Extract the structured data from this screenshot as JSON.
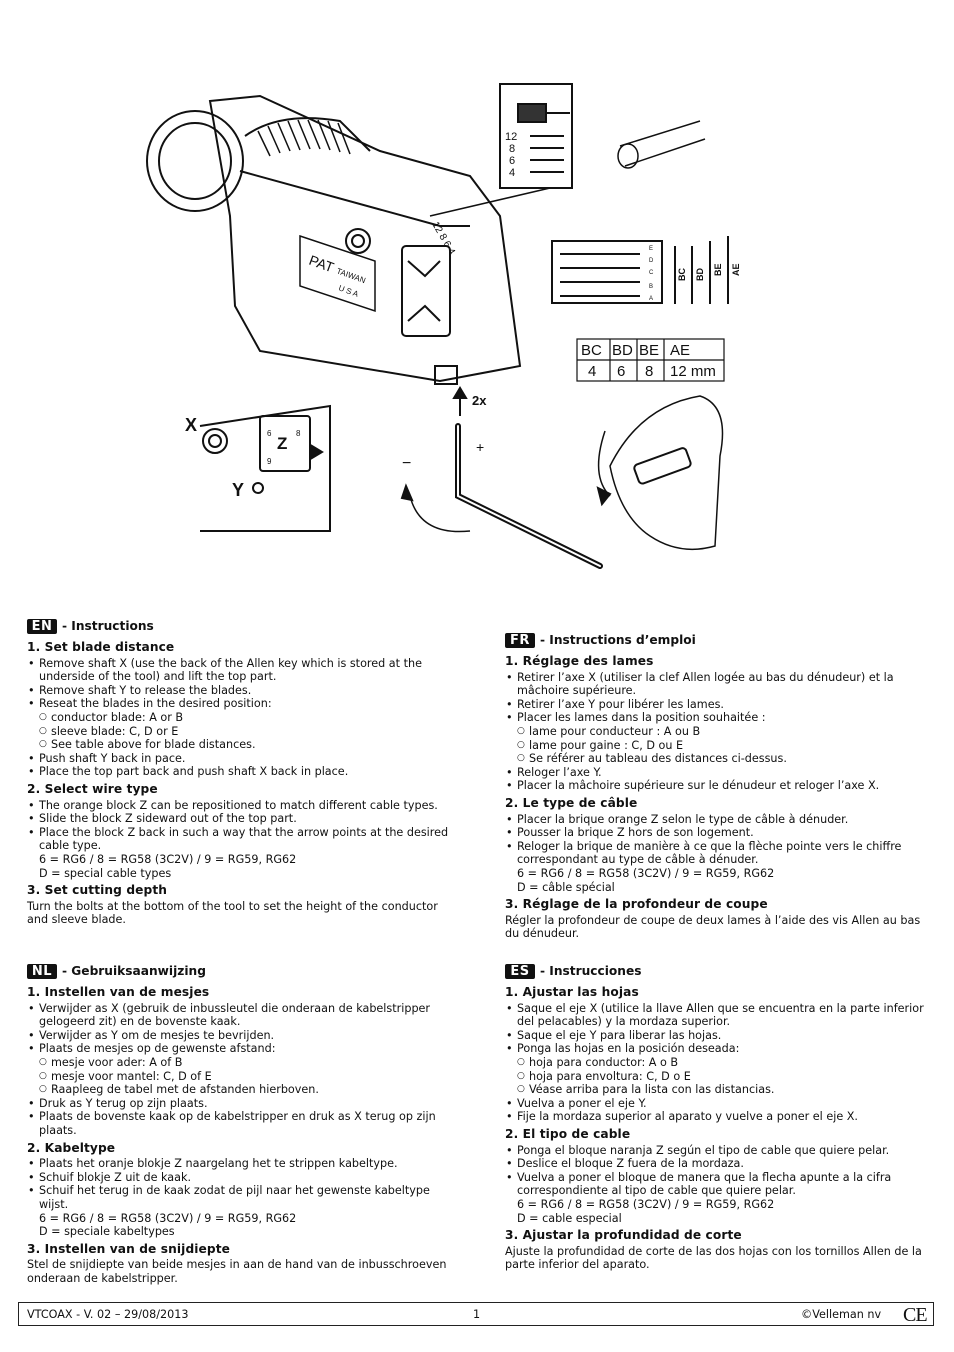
{
  "illustration": {
    "stamp_pat": "PAT",
    "stamp_taiwan": "TAIWAN",
    "stamp_usa": "U S A",
    "tool_numbers": "12 8 6 4",
    "gauge_numbers": [
      "12",
      "8",
      "6",
      "4"
    ],
    "label_x": "X",
    "label_y": "Y",
    "label_z": "Z",
    "block_digits": [
      "6",
      "8",
      "9"
    ],
    "label_2x": "2x",
    "label_minus": "−",
    "label_plus": "+",
    "dim_letters": [
      "A",
      "B",
      "C",
      "D",
      "E"
    ],
    "dim_labels": [
      "BC",
      "BD",
      "BE",
      "AE"
    ],
    "table_headers": [
      "BC",
      "BD",
      "BE",
      "AE"
    ],
    "table_values": [
      "4",
      "6",
      "8",
      "12 mm"
    ]
  },
  "en": {
    "badge": "EN",
    "title": " - Instructions",
    "s1": "1. Set blade distance",
    "s1_b1": "Remove shaft X (use the back of the Allen key which is stored at the underside of the tool) and lift the top part.",
    "s1_b2": "Remove shaft Y to release the blades.",
    "s1_b3": "Reseat the blades in the desired position:",
    "s1_o1": "conductor blade: A or B",
    "s1_o2": "sleeve blade: C, D or E",
    "s1_o3": "See table above for blade distances.",
    "s1_b4": "Push shaft Y back in pace.",
    "s1_b5": "Place the top part back and push shaft X back in place.",
    "s2": "2. Select wire type",
    "s2_b1": "The orange block Z can be repositioned to match different cable types.",
    "s2_b2": "Slide the block Z sideward out of the top part.",
    "s2_b3": "Place the block Z back in such a way that the arrow points at the desired cable type.",
    "s2_l1": "6 = RG6 / 8 = RG58 (3C2V) / 9 = RG59, RG62",
    "s2_l2": "D = special cable types",
    "s3": "3. Set cutting depth",
    "s3_t": "Turn the bolts at the bottom of the tool to set the height of the conductor and sleeve blade."
  },
  "fr": {
    "badge": "FR",
    "title": " - Instructions d’emploi",
    "s1": "1. Réglage des lames",
    "s1_b1": "Retirer l’axe X (utiliser la clef Allen logée au bas du dénudeur) et la mâchoire supérieure.",
    "s1_b2": "Retirer l’axe Y pour libérer les lames.",
    "s1_b3": "Placer les lames dans la position souhaitée :",
    "s1_o1": "lame pour conducteur : A ou B",
    "s1_o2": "lame pour gaine : C, D ou E",
    "s1_o3": "Se référer au tableau des distances ci-dessus.",
    "s1_b4": "Reloger l’axe Y.",
    "s1_b5": "Placer la mâchoire supérieure sur le dénudeur et reloger l’axe X.",
    "s2": "2. Le type de câble",
    "s2_b1": "Placer la brique orange Z selon le type de câble à dénuder.",
    "s2_b2": "Pousser la brique Z hors de son logement.",
    "s2_b3": "Reloger la brique de manière à ce que la flèche pointe vers le chiffre correspondant au type de câble à dénuder.",
    "s2_l1": "6 = RG6 / 8 = RG58 (3C2V) / 9 = RG59, RG62",
    "s2_l2": "D = câble spécial",
    "s3": "3. Réglage de la profondeur de coupe",
    "s3_t": "Régler la profondeur de coupe de deux lames à l’aide des vis Allen au bas du dénudeur."
  },
  "nl": {
    "badge": "NL",
    "title": " - Gebruiksaanwijzing",
    "s1": "1. Instellen van de mesjes",
    "s1_b1": "Verwijder as X (gebruik de inbussleutel die onderaan de kabelstripper gelogeerd zit) en de bovenste kaak.",
    "s1_b2": "Verwijder as Y om de mesjes te bevrijden.",
    "s1_b3": "Plaats de mesjes op de gewenste afstand:",
    "s1_o1": "mesje voor ader: A of B",
    "s1_o2": "mesje voor mantel: C, D of E",
    "s1_o3": "Raapleeg de tabel met de afstanden hierboven.",
    "s1_b4": "Druk as Y terug op zijn plaats.",
    "s1_b5": "Plaats de bovenste kaak op de kabelstripper en druk as X terug op zijn plaats.",
    "s2": "2. Kabeltype",
    "s2_b1": "Plaats het oranje blokje Z naargelang het te strippen kabeltype.",
    "s2_b2": "Schuif blokje Z uit de kaak.",
    "s2_b3": "Schuif het terug in de kaak zodat de pijl naar het gewenste kabeltype wijst.",
    "s2_l1": "6 = RG6 / 8 = RG58 (3C2V) / 9 = RG59, RG62",
    "s2_l2": "D = speciale kabeltypes",
    "s3": "3. Instellen van de snijdiepte",
    "s3_t": "Stel de snijdiepte van beide mesjes in aan de hand van de inbusschroeven onderaan de kabelstripper."
  },
  "es": {
    "badge": "ES",
    "title": " - Instrucciones",
    "s1": "1. Ajustar las hojas",
    "s1_b1": "Saque el eje X (utilice la llave Allen que se encuentra en la parte inferior del pelacables) y la mordaza superior.",
    "s1_b2": "Saque el eje Y para liberar las hojas.",
    "s1_b3": "Ponga las hojas en la posición deseada:",
    "s1_o1": "hoja para conductor: A o B",
    "s1_o2": "hoja para envoltura: C, D o E",
    "s1_o3": "Véase arriba para la lista con las distancias.",
    "s1_b4": "Vuelva a poner el eje Y.",
    "s1_b5": "Fije la mordaza superior al aparato y vuelve a poner el eje X.",
    "s2": "2. El tipo de cable",
    "s2_b1": "Ponga el bloque naranja Z según el tipo de cable que quiere pelar.",
    "s2_b2": "Deslice el bloque Z fuera de la mordaza.",
    "s2_b3": "Vuelva a poner el bloque de manera que la flecha apunte a la cifra correspondiente al tipo de cable que quiere pelar.",
    "s2_l1": "6 = RG6 / 8 = RG58 (3C2V) / 9 = RG59, RG62",
    "s2_l2": "D = cable especial",
    "s3": "3. Ajustar la profundidad de corte",
    "s3_t": "Ajuste la profundidad de corte de las dos hojas con los tornillos Allen de la parte inferior del aparato."
  },
  "footer": {
    "left": "VTCOAX - V. 02 – 29/08/2013",
    "page": "1",
    "right": "©Velleman nv",
    "ce_mark": "CE"
  }
}
